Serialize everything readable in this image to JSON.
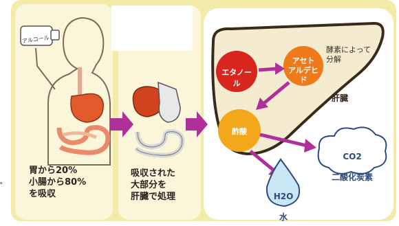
{
  "left_mark": "゜",
  "panel1": {
    "bottle_label": "アルコール",
    "caption": "胃から20%\n小腸から80%\nを吸収"
  },
  "panel2": {
    "caption": "吸収された\n大部分を\n肝臓で処理"
  },
  "panel3": {
    "node_ethanol": "エタノール",
    "node_acetaldehyde": "アセト\nアルデヒド",
    "enzyme_note": "酵素によって\n分解",
    "liver_label": "肝臓",
    "node_acetic_acid": "酢酸",
    "co2_line1": "CO2",
    "co2_line2": "二酸化炭素",
    "h2o_line1": "H2O",
    "h2o_line2": "水"
  },
  "colors": {
    "frame": "#f3eca8",
    "arrow": "#b0309a",
    "ethanol": "#d8251e",
    "acetaldehyde": "#ef7a19",
    "acetic_acid": "#f3a71b",
    "liver_fill": "#f4ecd0",
    "liver_stroke": "#3a2a1a",
    "water": "#c9e6f5"
  }
}
